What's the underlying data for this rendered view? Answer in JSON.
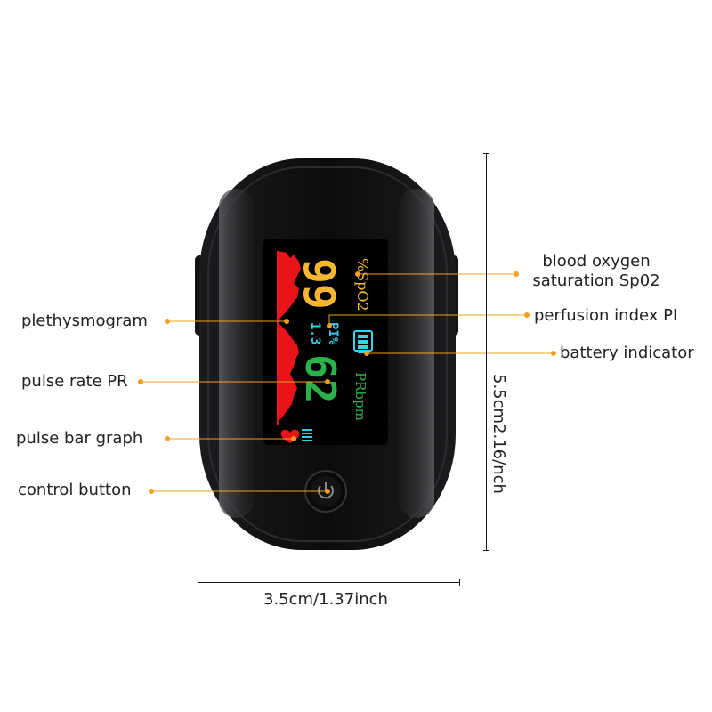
{
  "device": {
    "screen": {
      "spo2_unit": "%SpO2",
      "spo2_value": "99",
      "pi_label": "PI%",
      "pi_value": "1.3",
      "pr_value": "62",
      "pr_unit": "PRbpm"
    }
  },
  "labels": {
    "plethysmogram": "plethysmogram",
    "pulse_rate": "pulse rate PR",
    "pulse_bar_graph": "pulse bar graph",
    "control_button": "control button",
    "blood_oxygen_line1": "blood oxygen",
    "blood_oxygen_line2": "saturation Sp02",
    "perfusion_index": "perfusion index PI",
    "battery_indicator": "battery indicator"
  },
  "dimensions": {
    "width": "3.5cm/1.37inch",
    "height": "5.5cm2.16/nch"
  },
  "colors": {
    "accent_orange": "#f0a020",
    "pleth_red": "#e8141a",
    "spo2_yellow": "#f5b631",
    "pi_cyan": "#38c8e8",
    "pr_green": "#29b34a",
    "battery_cyan": "#3ad0f0"
  }
}
